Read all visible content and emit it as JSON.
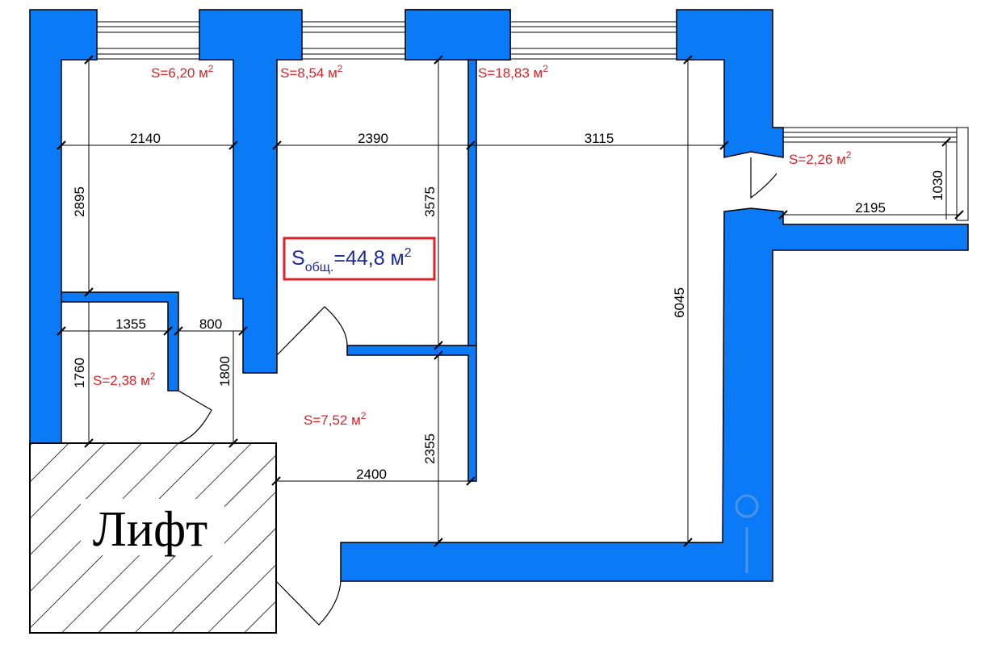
{
  "colors": {
    "wall": "#0a7af6",
    "area_text": "#d8242a",
    "total_text": "#1a2a9a",
    "total_border": "#d8242a"
  },
  "rooms": [
    {
      "id": "room1",
      "label": "S=6,20 м"
    },
    {
      "id": "room2",
      "label": "S=8,54 м"
    },
    {
      "id": "room3",
      "label": "S=18,83 м"
    },
    {
      "id": "balcony",
      "label": "S=2,26 м"
    },
    {
      "id": "bath",
      "label": "S=2,38 м"
    },
    {
      "id": "hall",
      "label": "S=7,52 м"
    }
  ],
  "superscript": "2",
  "total": {
    "symbol": "S",
    "subscript": "общ.",
    "value": "=44,8 м",
    "superscript": "2"
  },
  "dimensions": [
    "2140",
    "2390",
    "3115",
    "2895",
    "3575",
    "6045",
    "1355",
    "800",
    "1760",
    "1800",
    "2355",
    "2400",
    "2195",
    "1030"
  ],
  "elevator_label": "Лифт",
  "watermark_icon": "location-pin-icon"
}
